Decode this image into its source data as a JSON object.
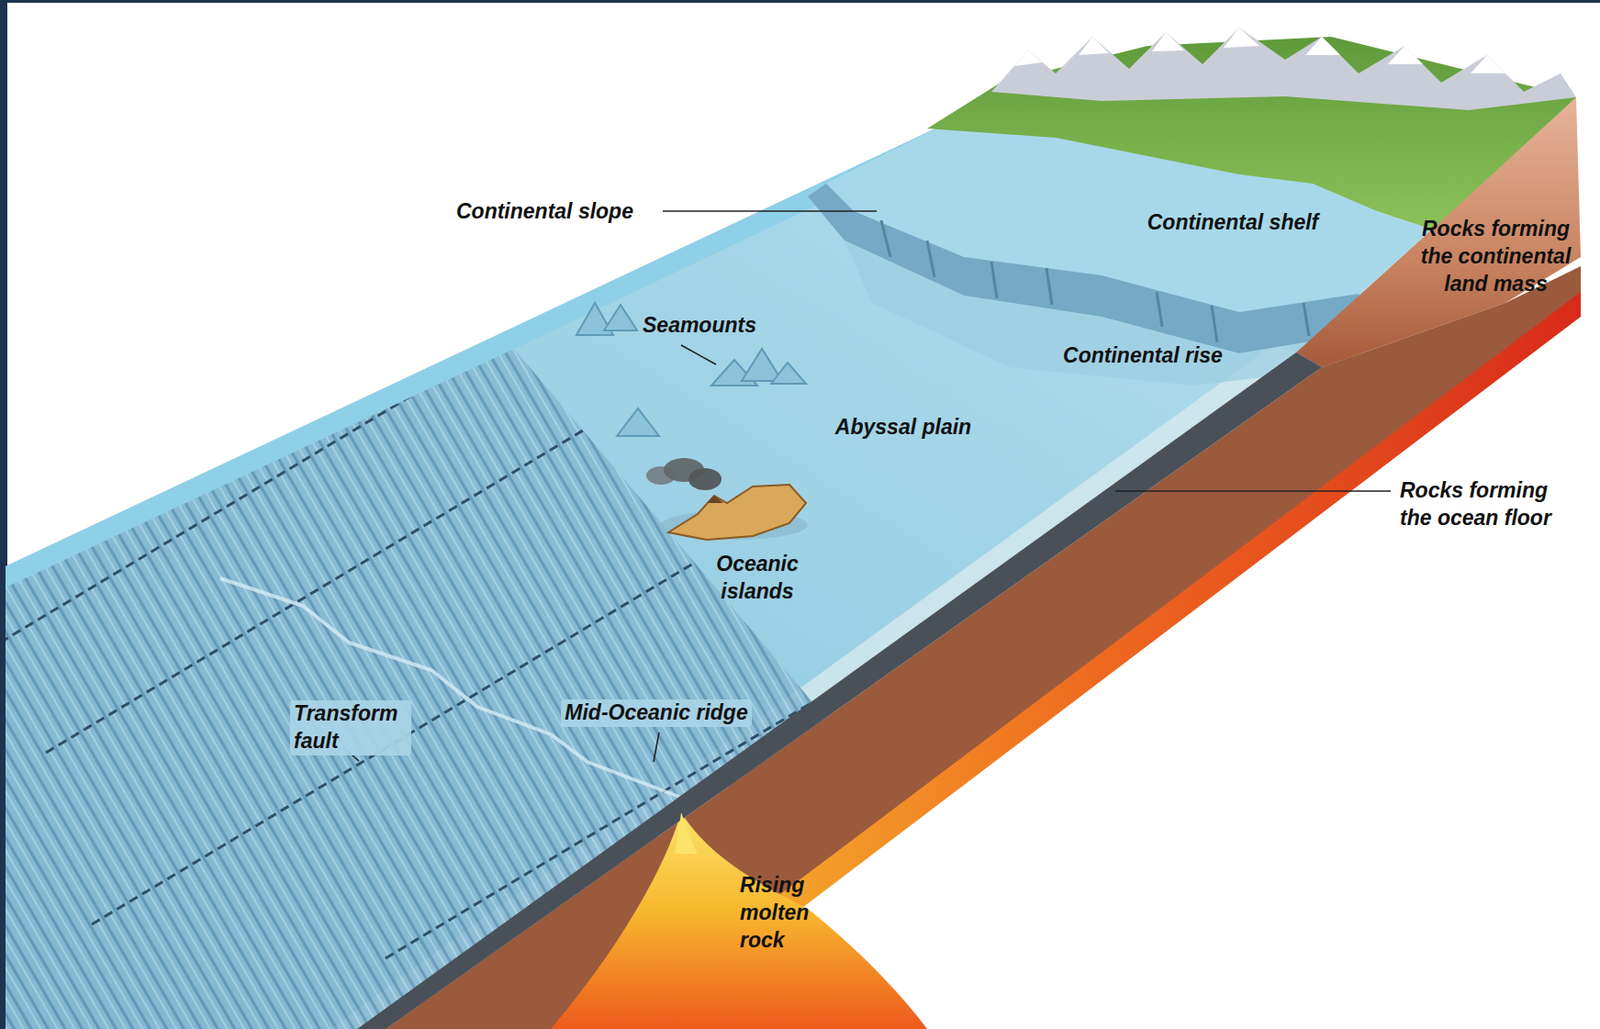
{
  "diagram": {
    "labels": [
      "Continental slope",
      "Continental shelf",
      "Rocks forming the continental land mass",
      "Seamounts",
      "Continental rise",
      "Abyssal plain",
      "Rocks forming the ocean floor",
      "Oceanic islands",
      "Transform fault",
      "Mid-Oceanic ridge",
      "Rising molten rock"
    ]
  }
}
